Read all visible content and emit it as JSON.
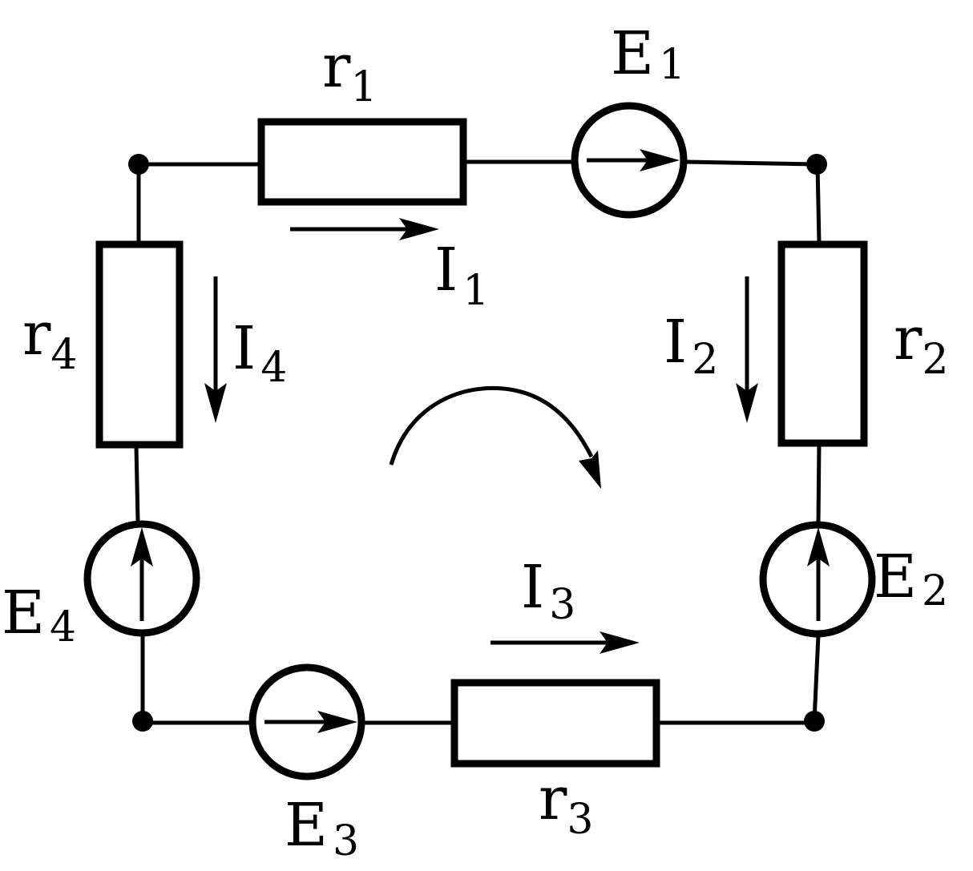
{
  "resistors": {
    "r1": {
      "letter": "r",
      "index": "1"
    },
    "r2": {
      "letter": "r",
      "index": "2"
    },
    "r3": {
      "letter": "r",
      "index": "3"
    },
    "r4": {
      "letter": "r",
      "index": "4"
    }
  },
  "sources": {
    "E1": {
      "letter": "E",
      "index": "1"
    },
    "E2": {
      "letter": "E",
      "index": "2"
    },
    "E3": {
      "letter": "E",
      "index": "3"
    },
    "E4": {
      "letter": "E",
      "index": "4"
    }
  },
  "currents": {
    "I1": {
      "letter": "I",
      "index": "1"
    },
    "I2": {
      "letter": "I",
      "index": "2"
    },
    "I3": {
      "letter": "I",
      "index": "3"
    },
    "I4": {
      "letter": "I",
      "index": "4"
    }
  }
}
